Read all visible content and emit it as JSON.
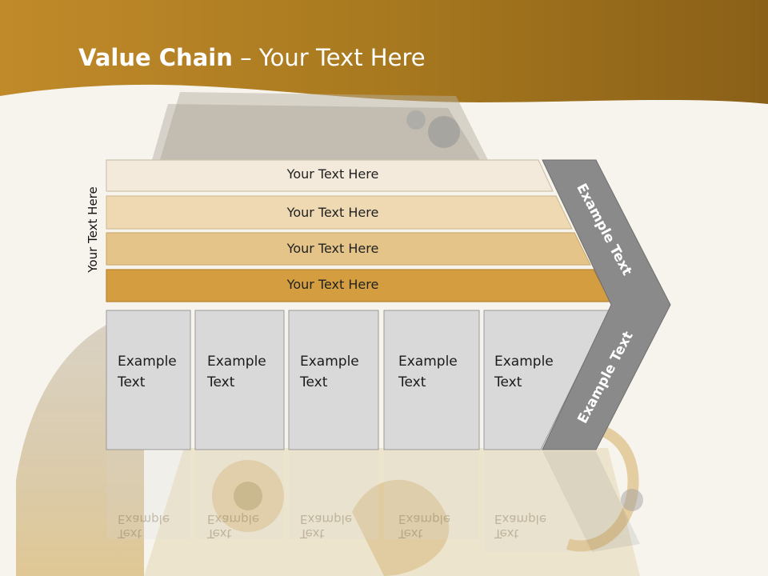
{
  "slide": {
    "title_bold": "Value Chain",
    "title_rest": " – Your Text Here",
    "side_label": "Your Text Here"
  },
  "bars": [
    {
      "label": "Your Text Here",
      "color": "#f3eadb"
    },
    {
      "label": "Your Text Here",
      "color": "#eed9b3"
    },
    {
      "label": "Your Text Here",
      "color": "#e4c488"
    },
    {
      "label": "Your Text Here",
      "color": "#d49d3f"
    }
  ],
  "boxes": [
    {
      "line1": "Example",
      "line2": "Text"
    },
    {
      "line1": "Example",
      "line2": "Text"
    },
    {
      "line1": "Example",
      "line2": "Text"
    },
    {
      "line1": "Example",
      "line2": "Text"
    },
    {
      "line1": "Example",
      "line2": "Text"
    }
  ],
  "chevron": {
    "upper": "Example Text",
    "lower": "Example Text",
    "color": "#8a8a8a"
  },
  "colors": {
    "header_gold": "#b8861e",
    "box_fill": "#d9d9d9"
  }
}
